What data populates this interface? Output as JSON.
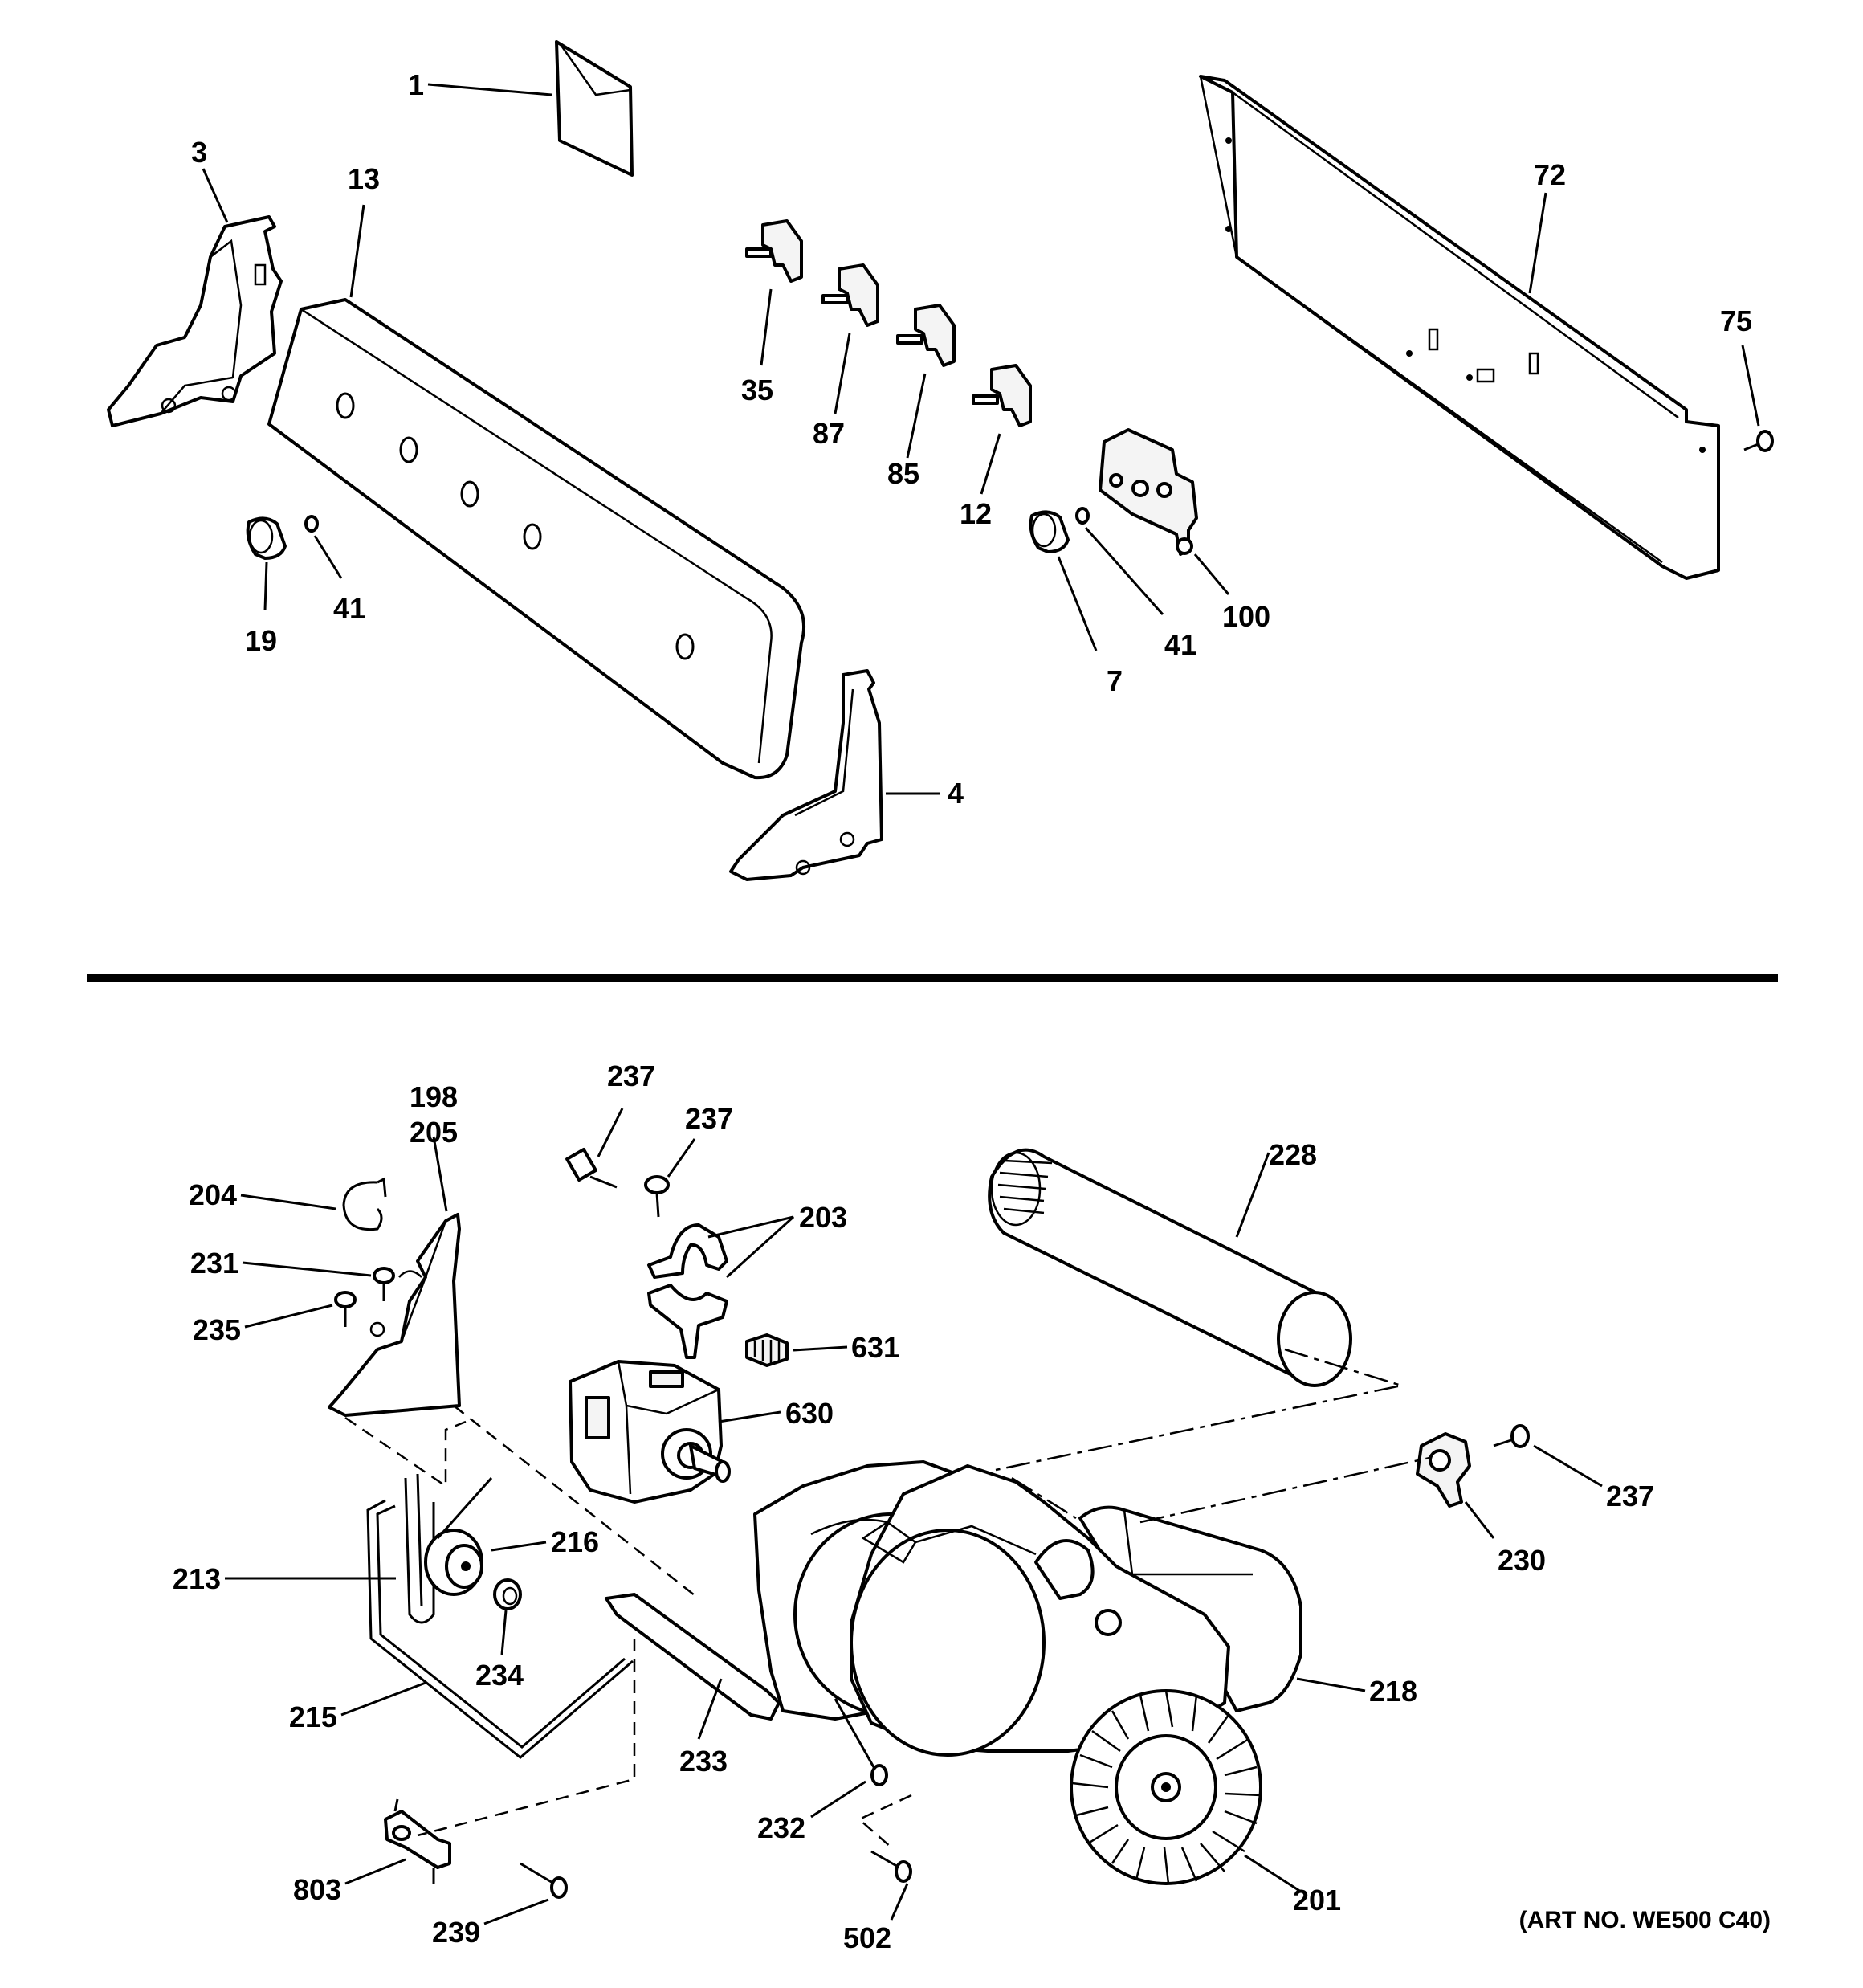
{
  "labels": {
    "l1": "1",
    "l3": "3",
    "l13": "13",
    "l72": "72",
    "l75": "75",
    "l35": "35",
    "l87": "87",
    "l85": "85",
    "l12": "12",
    "l100": "100",
    "l19": "19",
    "l41a": "41",
    "l41b": "41",
    "l7": "7",
    "l4": "4",
    "l198": "198",
    "l205": "205",
    "l204": "204",
    "l231": "231",
    "l235": "235",
    "l237a": "237",
    "l237b": "237",
    "l203": "203",
    "l228": "228",
    "l631": "631",
    "l630": "630",
    "l237c": "237",
    "l230": "230",
    "l216": "216",
    "l213": "213",
    "l234": "234",
    "l215": "215",
    "l218": "218",
    "l233": "233",
    "l232": "232",
    "l803": "803",
    "l239": "239",
    "l502": "502",
    "l201": "201"
  },
  "art_number": "(ART NO. WE500 C40)",
  "colors": {
    "ink": "#000000",
    "paper": "#ffffff"
  }
}
